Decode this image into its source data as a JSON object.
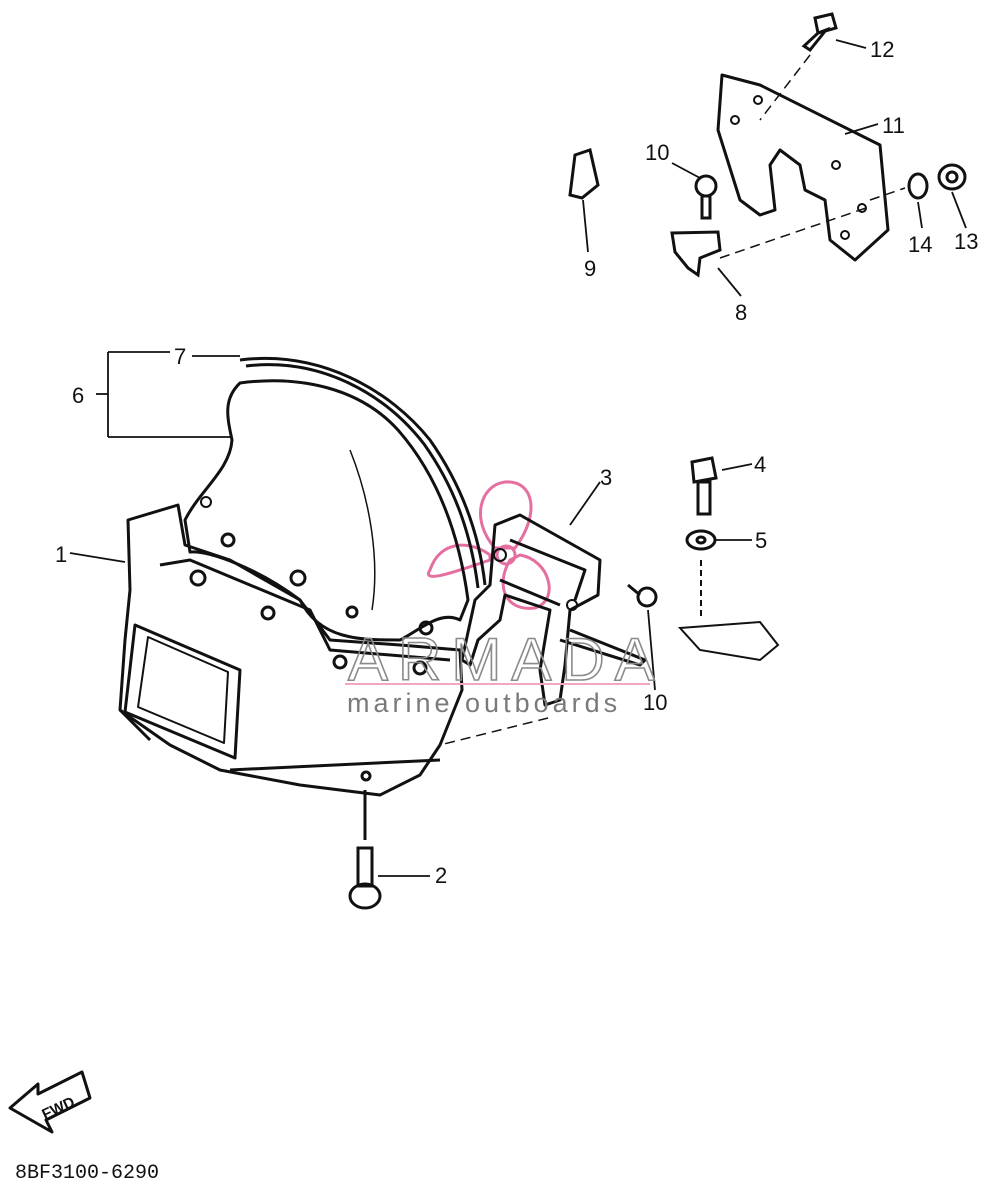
{
  "callouts": {
    "c1": "1",
    "c2": "2",
    "c3": "3",
    "c4": "4",
    "c5": "5",
    "c6": "6",
    "c7": "7",
    "c8": "8",
    "c9": "9",
    "c10a": "10",
    "c10b": "10",
    "c11": "11",
    "c12": "12",
    "c13": "13",
    "c14": "14"
  },
  "watermark": {
    "title": "ARMADA",
    "subtitle": "marine outboards",
    "logo_color": "#e46fa0",
    "text_color": "#808080"
  },
  "forward_arrow": {
    "label": "FWD",
    "icon": "forward-arrow-icon"
  },
  "diagram_code": "8BF3100-6290"
}
